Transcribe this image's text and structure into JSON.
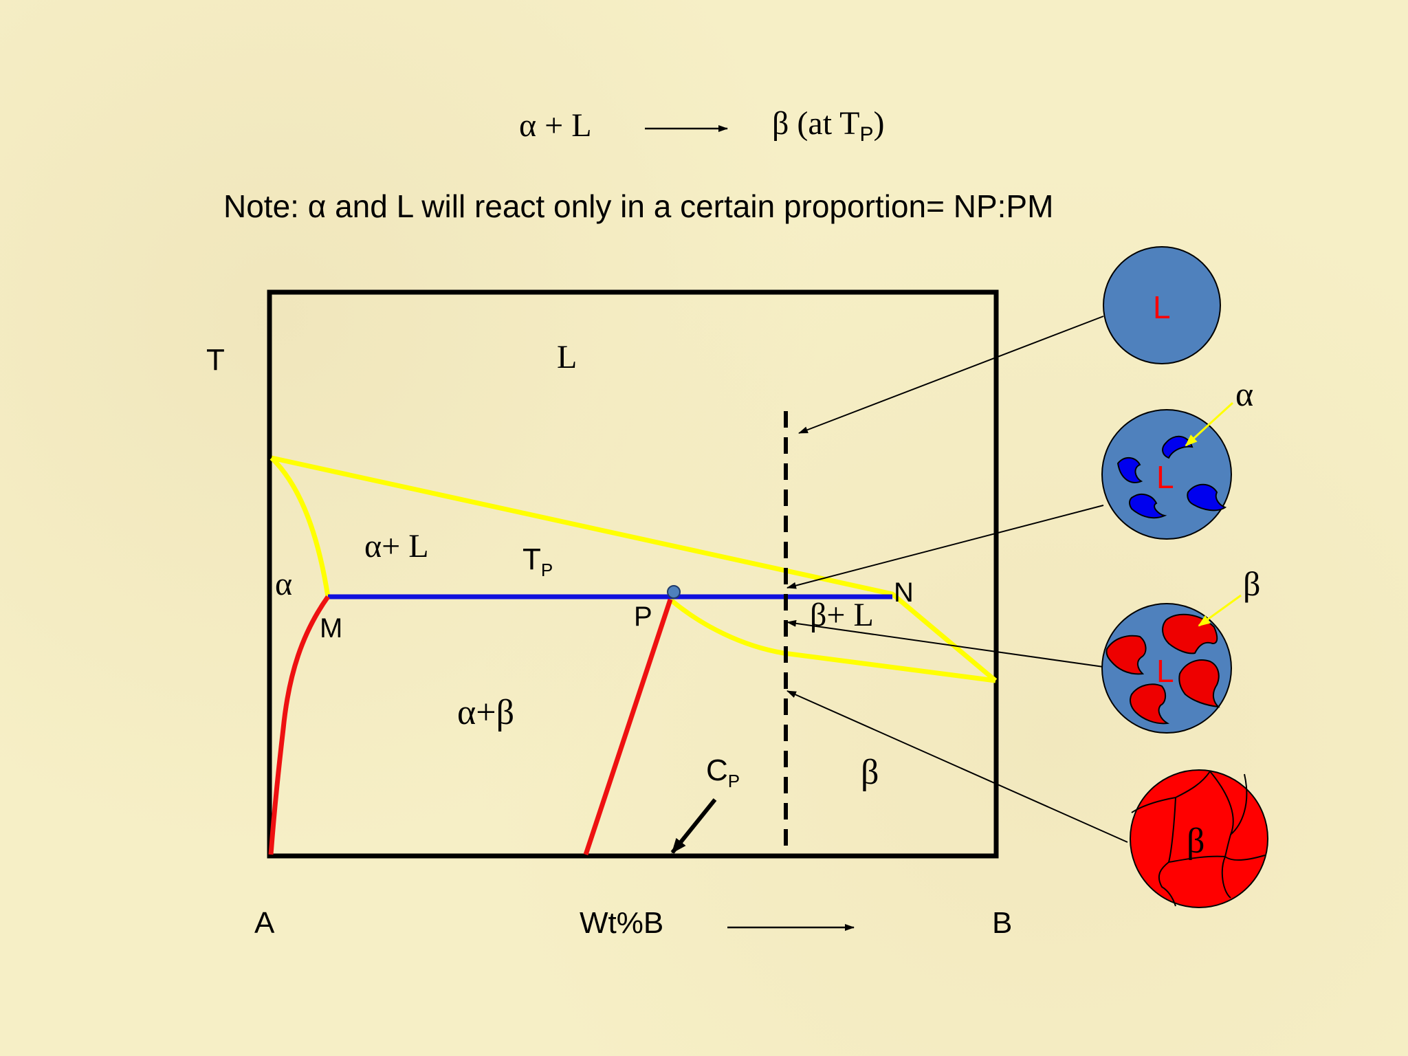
{
  "reaction": {
    "left": "α + L",
    "right_prefix": "β (at T",
    "right_sub": "P",
    "right_suffix": ")"
  },
  "note": "Note:  α and L will react only in a certain proportion= NP:PM",
  "diagram": {
    "axis": {
      "y_label": "T",
      "x_left": "A",
      "x_mid": "Wt%B",
      "x_right": "B"
    },
    "regions": {
      "liquid": "L",
      "alpha_plus_L": "α+ L",
      "alpha": "α",
      "beta_plus_L": "β+ L",
      "alpha_plus_beta": "α+β",
      "beta": "β"
    },
    "points": {
      "M": "M",
      "P": "P",
      "N": "N",
      "TP_main": "T",
      "TP_sub": "P",
      "CP_main": "C",
      "CP_sub": "P"
    },
    "colors": {
      "frame": "#000000",
      "liquidus": "#ffff00",
      "solvus": "#ee1111",
      "peritectic_line": "#1010dd",
      "circle_blue": "#4f81bd",
      "circle_red": "#ff0000",
      "alpha_grain": "#0000ee",
      "beta_grain": "#ee0000"
    }
  },
  "microstructures": [
    {
      "id": "liquid",
      "label": "L"
    },
    {
      "id": "alpha_in_liquid",
      "label": "L",
      "callout": "α"
    },
    {
      "id": "beta_in_liquid",
      "label": "L",
      "callout": "β"
    },
    {
      "id": "beta_solid",
      "label": "β"
    }
  ]
}
